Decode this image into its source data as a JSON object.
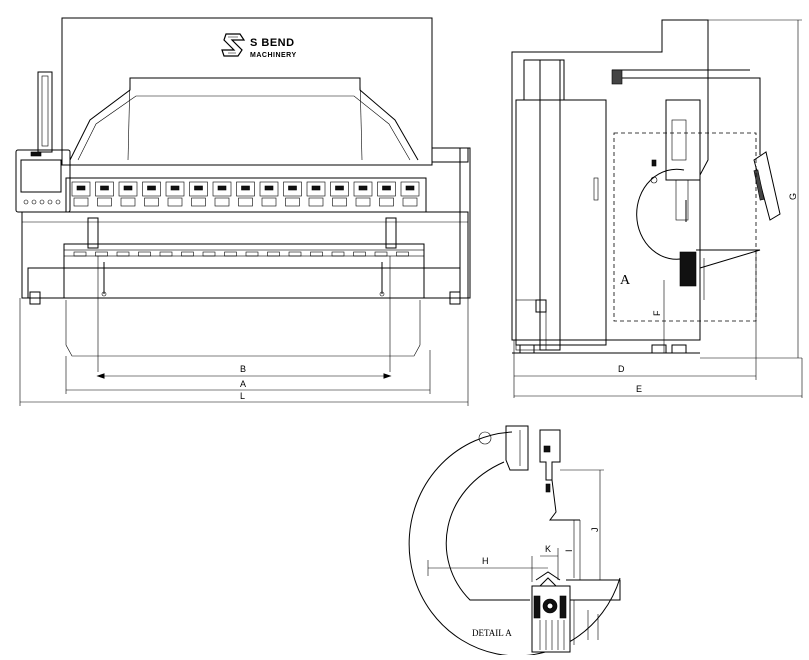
{
  "logo": {
    "brand": "S BEND",
    "sub": "MACHINERY",
    "icon": "s-bend-logo-icon"
  },
  "front_view": {
    "dimensions": {
      "B": "B",
      "A": "A",
      "L": "L"
    }
  },
  "side_view": {
    "detail_callout": "A",
    "dimensions": {
      "D": "D",
      "E": "E",
      "F": "F",
      "G": "G"
    }
  },
  "detail_view": {
    "title": "DETAIL A",
    "dimensions": {
      "H": "H",
      "K": "K",
      "I": "I",
      "J": "J"
    }
  }
}
